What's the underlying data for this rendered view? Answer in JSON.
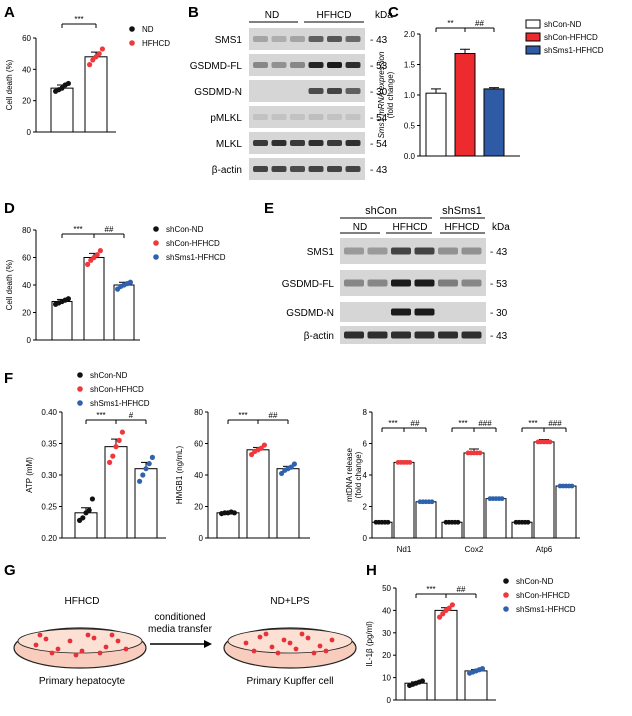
{
  "panel_labels": [
    "A",
    "B",
    "C",
    "D",
    "E",
    "F",
    "G",
    "H"
  ],
  "colors": {
    "nd": "#111111",
    "hfhcd": "#f0383c",
    "shsms1": "#2f62ad",
    "bar_red": "#ed2a2e",
    "bar_blue": "#2f5ba6",
    "gel_bg": "#d6d6d6"
  },
  "panel_b": {
    "groups": [
      "ND",
      "HFHCD"
    ],
    "kda_label": "kDa",
    "rows": [
      {
        "name": "SMS1",
        "kda": "- 43"
      },
      {
        "name": "GSDMD-FL",
        "kda": "- 53"
      },
      {
        "name": "GSDMD-N",
        "kda": "- 30"
      },
      {
        "name": "pMLKL",
        "kda": "- 54"
      },
      {
        "name": "MLKL",
        "kda": "- 54"
      },
      {
        "name": "β-actin",
        "kda": "- 43"
      }
    ]
  },
  "panel_e": {
    "top_groups": [
      "shCon",
      "shSms1"
    ],
    "sub_groups": [
      "ND",
      "HFHCD",
      "HFHCD"
    ],
    "kda_label": "kDa",
    "rows": [
      {
        "name": "SMS1",
        "kda": "- 43"
      },
      {
        "name": "GSDMD-FL",
        "kda": "- 53"
      },
      {
        "name": "GSDMD-N",
        "kda": "- 30"
      },
      {
        "name": "β-actin",
        "kda": "- 43"
      }
    ]
  },
  "panel_g": {
    "left_title": "HFHCD",
    "left_caption": "Primary hepatocyte",
    "arrow_text_1": "conditioned",
    "arrow_text_2": "media transfer",
    "right_title": "ND+LPS",
    "right_caption": "Primary Kupffer cell"
  },
  "chart_data": [
    {
      "id": "A",
      "type": "bar",
      "ylabel": "Cell death (%)",
      "ylim": [
        0,
        60
      ],
      "yticks": [
        0,
        20,
        40,
        60
      ],
      "categories": [
        "ND",
        "HFHCD"
      ],
      "values": [
        28,
        48
      ],
      "errors": [
        2,
        3
      ],
      "points": [
        [
          26,
          27,
          28,
          30,
          31
        ],
        [
          43,
          46,
          48,
          50,
          53
        ]
      ],
      "legend": [
        "ND",
        "HFHCD"
      ],
      "sig": [
        "***"
      ]
    },
    {
      "id": "C",
      "type": "bar",
      "ylabel": "Sms1 mRNA expression",
      "ylabel2": "(fold change)",
      "ylim": [
        0,
        2.0
      ],
      "yticks": [
        0.0,
        0.5,
        1.0,
        1.5,
        2.0
      ],
      "categories": [
        "shCon-ND",
        "shCon-HFHCD",
        "shSms1-HFHCD"
      ],
      "values": [
        1.03,
        1.68,
        1.1
      ],
      "errors": [
        0.07,
        0.07,
        0.02
      ],
      "legend": [
        "shCon-ND",
        "shCon-HFHCD",
        "shSms1-HFHCD"
      ],
      "sig": [
        "**",
        "##"
      ]
    },
    {
      "id": "D",
      "type": "bar",
      "ylabel": "Cell death (%)",
      "ylim": [
        0,
        80
      ],
      "yticks": [
        0,
        20,
        40,
        60,
        80
      ],
      "categories": [
        "shCon-ND",
        "shCon-HFHCD",
        "shSms1-HFHCD"
      ],
      "values": [
        28,
        60,
        40
      ],
      "errors": [
        1.5,
        3,
        2
      ],
      "points": [
        [
          26,
          27,
          28,
          29,
          30
        ],
        [
          55,
          58,
          60,
          62,
          65
        ],
        [
          37,
          39,
          40,
          41,
          42
        ]
      ],
      "legend": [
        "shCon-ND",
        "shCon-HFHCD",
        "shSms1-HFHCD"
      ],
      "sig": [
        "***",
        "##"
      ]
    },
    {
      "id": "F1",
      "type": "bar",
      "ylabel": "ATP (mM)",
      "ylim": [
        0.2,
        0.4
      ],
      "yticks": [
        0.2,
        0.25,
        0.3,
        0.35,
        0.4
      ],
      "categories": [
        "shCon-ND",
        "shCon-HFHCD",
        "shSms1-HFHCD"
      ],
      "values": [
        0.24,
        0.345,
        0.31
      ],
      "errors": [
        0.008,
        0.012,
        0.01
      ],
      "points": [
        [
          0.228,
          0.232,
          0.24,
          0.244,
          0.262
        ],
        [
          0.32,
          0.33,
          0.345,
          0.355,
          0.368
        ],
        [
          0.29,
          0.3,
          0.31,
          0.318,
          0.328
        ]
      ],
      "legend": [
        "shCon-ND",
        "shCon-HFHCD",
        "shSms1-HFHCD"
      ],
      "sig": [
        "***",
        "#"
      ]
    },
    {
      "id": "F2",
      "type": "bar",
      "ylabel": "HMGB1 (ng/mL)",
      "ylim": [
        0,
        80
      ],
      "yticks": [
        0,
        20,
        40,
        60,
        80
      ],
      "categories": [
        "shCon-ND",
        "shCon-HFHCD",
        "shSms1-HFHCD"
      ],
      "values": [
        16,
        56,
        44
      ],
      "errors": [
        0.5,
        1.5,
        1.5
      ],
      "points": [
        [
          15.5,
          16,
          16,
          16.5,
          16
        ],
        [
          53,
          55,
          56,
          57,
          59
        ],
        [
          41,
          43,
          44,
          45,
          47
        ]
      ],
      "sig": [
        "***",
        "##"
      ]
    },
    {
      "id": "F3",
      "type": "bar",
      "ylabel": "mtDNA release",
      "ylabel2": "(fold change)",
      "ylim": [
        0,
        8
      ],
      "yticks": [
        0,
        2,
        4,
        6,
        8
      ],
      "categories": [
        "Nd1",
        "Cox2",
        "Atp6"
      ],
      "series": [
        {
          "name": "shCon-ND",
          "values": [
            1,
            1,
            1
          ]
        },
        {
          "name": "shCon-HFHCD",
          "values": [
            4.8,
            5.4,
            6.1
          ]
        },
        {
          "name": "shSms1-HFHCD",
          "values": [
            2.3,
            2.5,
            3.3
          ]
        }
      ],
      "errors": [
        [
          0.05,
          0.05,
          0.08
        ],
        [
          0.1,
          0.25,
          0.15
        ],
        [
          0.06,
          0.05,
          0.08
        ]
      ],
      "sig": [
        [
          "***",
          "##"
        ],
        [
          "***",
          "###"
        ],
        [
          "***",
          "###"
        ]
      ]
    },
    {
      "id": "H",
      "type": "bar",
      "ylabel": "IL-1β (pg/ml)",
      "ylim": [
        0,
        50
      ],
      "yticks": [
        0,
        10,
        20,
        30,
        40,
        50
      ],
      "categories": [
        "shCon-ND",
        "shCon-HFHCD",
        "shSms1-HFHCD"
      ],
      "values": [
        7.5,
        40,
        13
      ],
      "errors": [
        0.6,
        1.2,
        0.6
      ],
      "points": [
        [
          6.5,
          7,
          7.5,
          8,
          8.5
        ],
        [
          37,
          38.5,
          40,
          41,
          42.5
        ],
        [
          12,
          12.5,
          13,
          13.5,
          14
        ]
      ],
      "legend": [
        "shCon-ND",
        "shCon-HFHCD",
        "shSms1-HFHCD"
      ],
      "sig": [
        "***",
        "##"
      ]
    }
  ]
}
